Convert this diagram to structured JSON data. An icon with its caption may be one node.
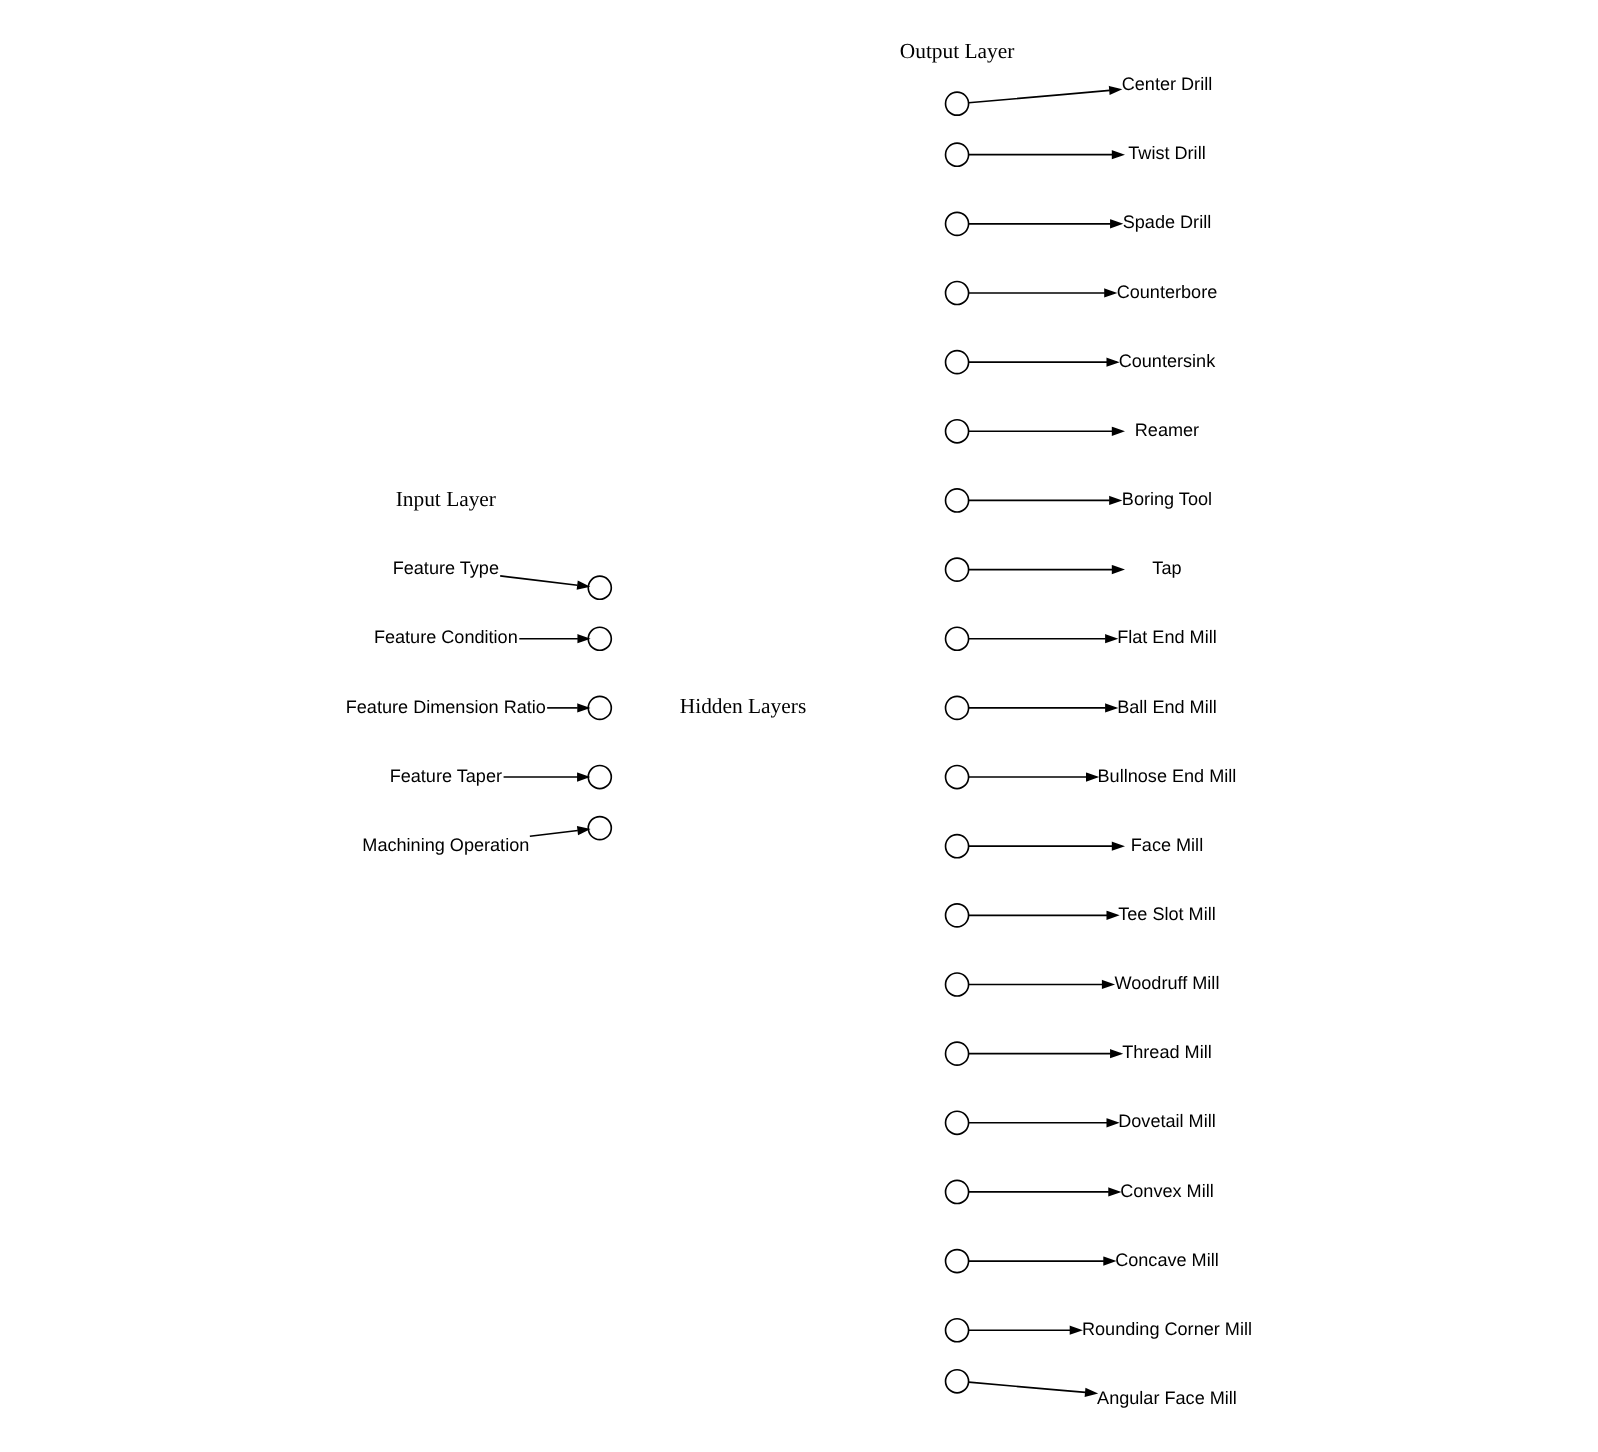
{
  "diagram": {
    "nodes": [
      {
        "text": [
          "Feature Type"
        ]
      },
      {
        "text": [],
        "shape": "circle"
      },
      {
        "text": [
          "Feature Condition"
        ]
      },
      {
        "text": [],
        "shape": "circle"
      },
      {
        "text": [
          "Feature Dimension Ratio"
        ]
      },
      {
        "text": [],
        "shape": "circle"
      },
      {
        "text": [
          "Feature Taper"
        ]
      },
      {
        "text": [],
        "shape": "circle"
      },
      {
        "text": [
          "Machining Operation"
        ]
      },
      {
        "text": [],
        "shape": "circle"
      },
      {
        "text": [],
        "shape": "circle"
      },
      {
        "text": [
          "Center Drill"
        ]
      },
      {
        "text": [],
        "shape": "circle"
      },
      {
        "text": [
          "Twist Drill"
        ]
      },
      {
        "text": [],
        "shape": "circle"
      },
      {
        "text": [
          "Spade Drill"
        ]
      },
      {
        "text": [],
        "shape": "circle"
      },
      {
        "text": [
          "Counterbore"
        ]
      },
      {
        "text": [],
        "shape": "circle"
      },
      {
        "text": [
          "Countersink"
        ]
      },
      {
        "text": [],
        "shape": "circle"
      },
      {
        "text": [
          "Reamer"
        ]
      },
      {
        "text": [],
        "shape": "circle"
      },
      {
        "text": [
          "Boring Tool"
        ]
      },
      {
        "text": [],
        "shape": "circle"
      },
      {
        "text": [
          "Tap"
        ]
      },
      {
        "text": [],
        "shape": "circle"
      },
      {
        "text": [
          "Flat End Mill"
        ]
      },
      {
        "text": [],
        "shape": "circle"
      },
      {
        "text": [
          "Ball End Mill"
        ]
      },
      {
        "text": [],
        "shape": "circle"
      },
      {
        "text": [
          "Bullnose End Mill"
        ]
      },
      {
        "text": [],
        "shape": "circle"
      },
      {
        "text": [
          "Face Mill"
        ]
      },
      {
        "text": [],
        "shape": "circle"
      },
      {
        "text": [
          "Tee Slot Mill"
        ]
      },
      {
        "text": [],
        "shape": "circle"
      },
      {
        "text": [
          "Woodruff Mill"
        ]
      },
      {
        "text": [],
        "shape": "circle"
      },
      {
        "text": [
          "Thread Mill"
        ]
      },
      {
        "text": [],
        "shape": "circle"
      },
      {
        "text": [
          "Dovetail Mill"
        ]
      },
      {
        "text": [],
        "shape": "circle"
      },
      {
        "text": [
          "Convex Mill"
        ]
      },
      {
        "text": [],
        "shape": "circle"
      },
      {
        "text": [
          "Concave Mill"
        ]
      },
      {
        "text": [],
        "shape": "circle"
      },
      {
        "text": [
          "Rounding Corner Mill"
        ]
      },
      {
        "text": [],
        "shape": "circle"
      },
      {
        "text": [
          "Angular Face Mill"
        ]
      }
    ],
    "edges": [
      {
        "from": 0,
        "to": 1,
        "arrow": "to"
      },
      {
        "from": 2,
        "to": 3,
        "arrow": "to"
      },
      {
        "from": 4,
        "to": 5,
        "arrow": "to"
      },
      {
        "from": 6,
        "to": 7,
        "arrow": "to"
      },
      {
        "from": 8,
        "to": 9,
        "arrow": "to"
      },
      {
        "from": 10,
        "to": 11,
        "arrow": "to"
      },
      {
        "from": 12,
        "to": 13,
        "arrow": "to"
      },
      {
        "from": 14,
        "to": 15,
        "arrow": "to"
      },
      {
        "from": 16,
        "to": 17,
        "arrow": "to"
      },
      {
        "from": 18,
        "to": 19,
        "arrow": "to"
      },
      {
        "from": 20,
        "to": 21,
        "arrow": "to"
      },
      {
        "from": 22,
        "to": 23,
        "arrow": "to"
      },
      {
        "from": 24,
        "to": 25,
        "arrow": "to"
      },
      {
        "from": 26,
        "to": 27,
        "arrow": "to"
      },
      {
        "from": 28,
        "to": 29,
        "arrow": "to"
      },
      {
        "from": 30,
        "to": 31,
        "arrow": "to"
      },
      {
        "from": 32,
        "to": 33,
        "arrow": "to"
      },
      {
        "from": 34,
        "to": 35,
        "arrow": "to"
      },
      {
        "from": 36,
        "to": 37,
        "arrow": "to"
      },
      {
        "from": 38,
        "to": 39,
        "arrow": "to"
      },
      {
        "from": 40,
        "to": 41,
        "arrow": "to"
      },
      {
        "from": 42,
        "to": 43,
        "arrow": "to"
      },
      {
        "from": 44,
        "to": 45,
        "arrow": "to"
      },
      {
        "from": 46,
        "to": 47,
        "arrow": "to"
      },
      {
        "from": 48,
        "to": 49,
        "arrow": "to"
      }
    ],
    "labels": [
      "Output Layer",
      "Input Layer",
      "Hidden Layers"
    ]
  }
}
